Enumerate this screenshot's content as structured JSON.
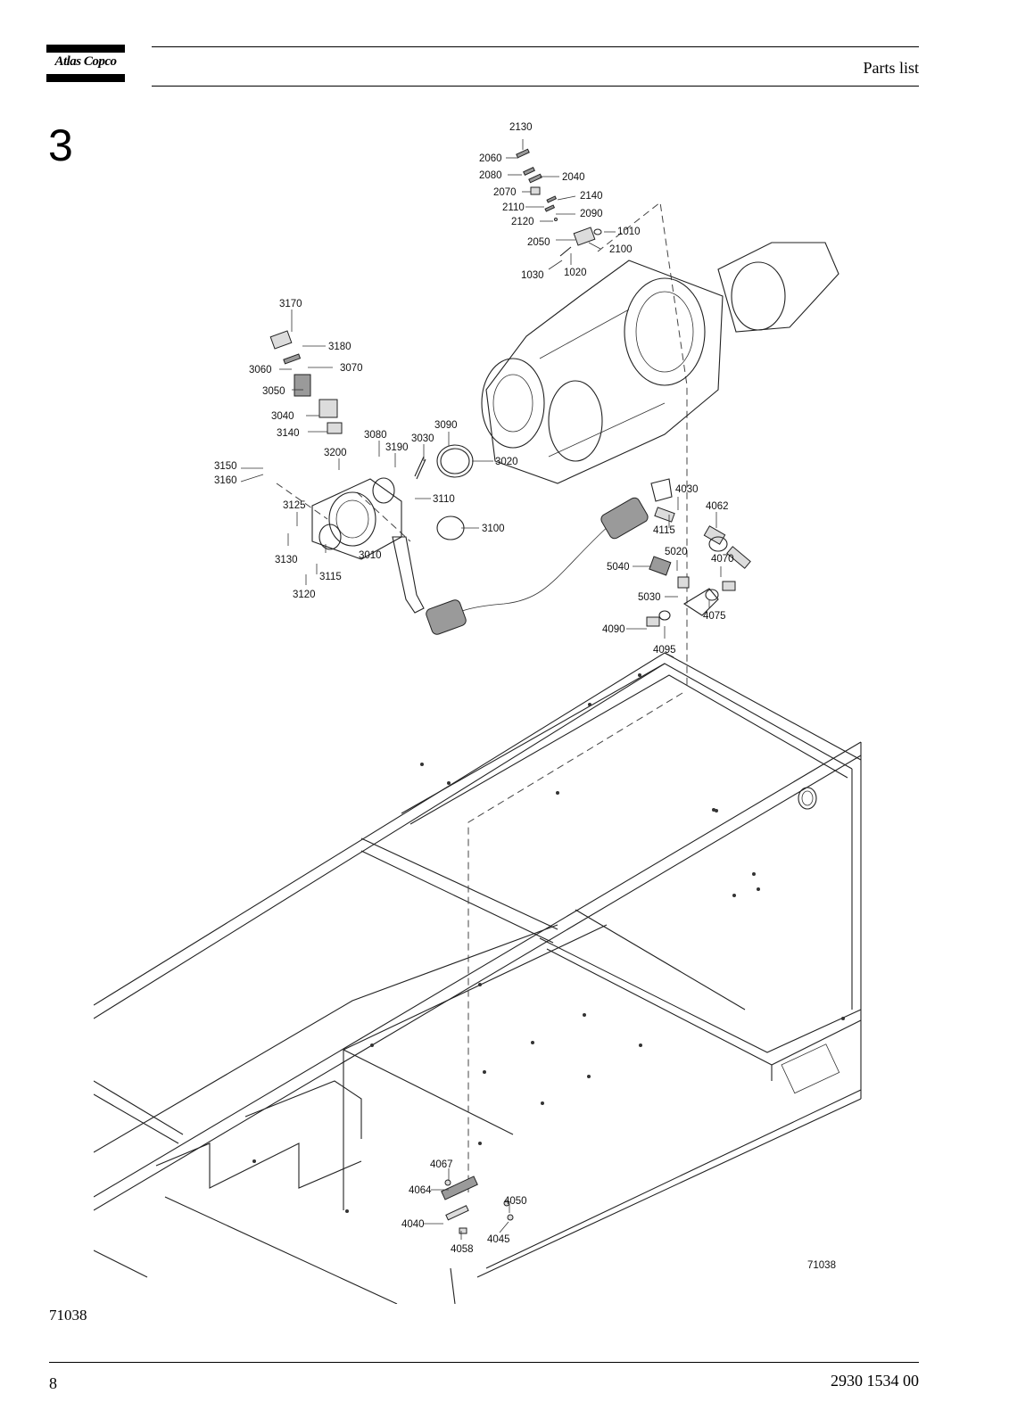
{
  "header": {
    "brand": "Atlas Copco",
    "title": "Parts list"
  },
  "section": {
    "number": "3"
  },
  "figure": {
    "reference_bottom_left": "71038",
    "reference_in_drawing": "71038",
    "callouts": [
      "2130",
      "2060",
      "2080",
      "2040",
      "2070",
      "2140",
      "2110",
      "2090",
      "2120",
      "2050",
      "1010",
      "2100",
      "1030",
      "1020",
      "3170",
      "3180",
      "3060",
      "3070",
      "3050",
      "3040",
      "3140",
      "3080",
      "3190",
      "3030",
      "3090",
      "3200",
      "3020",
      "3150",
      "3160",
      "3110",
      "3125",
      "3100",
      "3130",
      "3010",
      "3115",
      "3120",
      "4030",
      "4115",
      "4062",
      "5020",
      "5040",
      "4070",
      "5030",
      "4075",
      "4090",
      "4095",
      "4067",
      "4064",
      "4050",
      "4040",
      "4045",
      "4058"
    ]
  },
  "footer": {
    "page_number": "8",
    "document_number": "2930 1534 00"
  }
}
